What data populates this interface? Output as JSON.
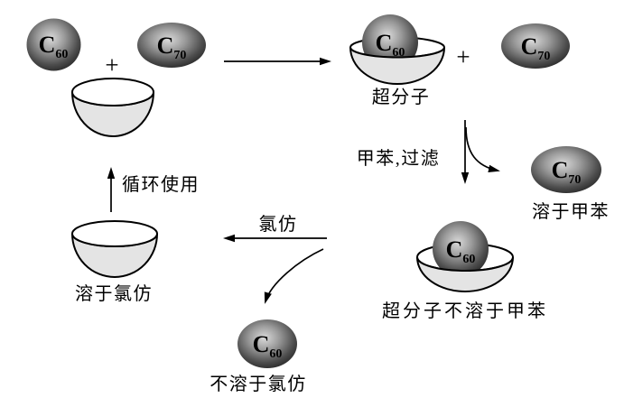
{
  "molecules": {
    "c60": {
      "symbol": "C",
      "subscript": "60"
    },
    "c70": {
      "symbol": "C",
      "subscript": "70"
    }
  },
  "operators": {
    "plus": "+"
  },
  "labels": {
    "supramolecule": "超分子",
    "toluene_filter": "甲苯,过滤",
    "soluble_in_toluene": "溶于甲苯",
    "supramolecule_insoluble_in_toluene": "超分子不溶于甲苯",
    "chloroform": "氯仿",
    "recycle": "循环使用",
    "soluble_in_chloroform": "溶于氯仿",
    "insoluble_in_chloroform": "不溶于氯仿"
  },
  "colors": {
    "background": "#ffffff",
    "outline": "#000000",
    "bowl_fill": "#e4e4e4",
    "sphere_highlight": "#dadada",
    "sphere_mid": "#9a9a9a",
    "sphere_dark": "#4d4d4d",
    "sphere_edge": "#1a1a1a"
  }
}
